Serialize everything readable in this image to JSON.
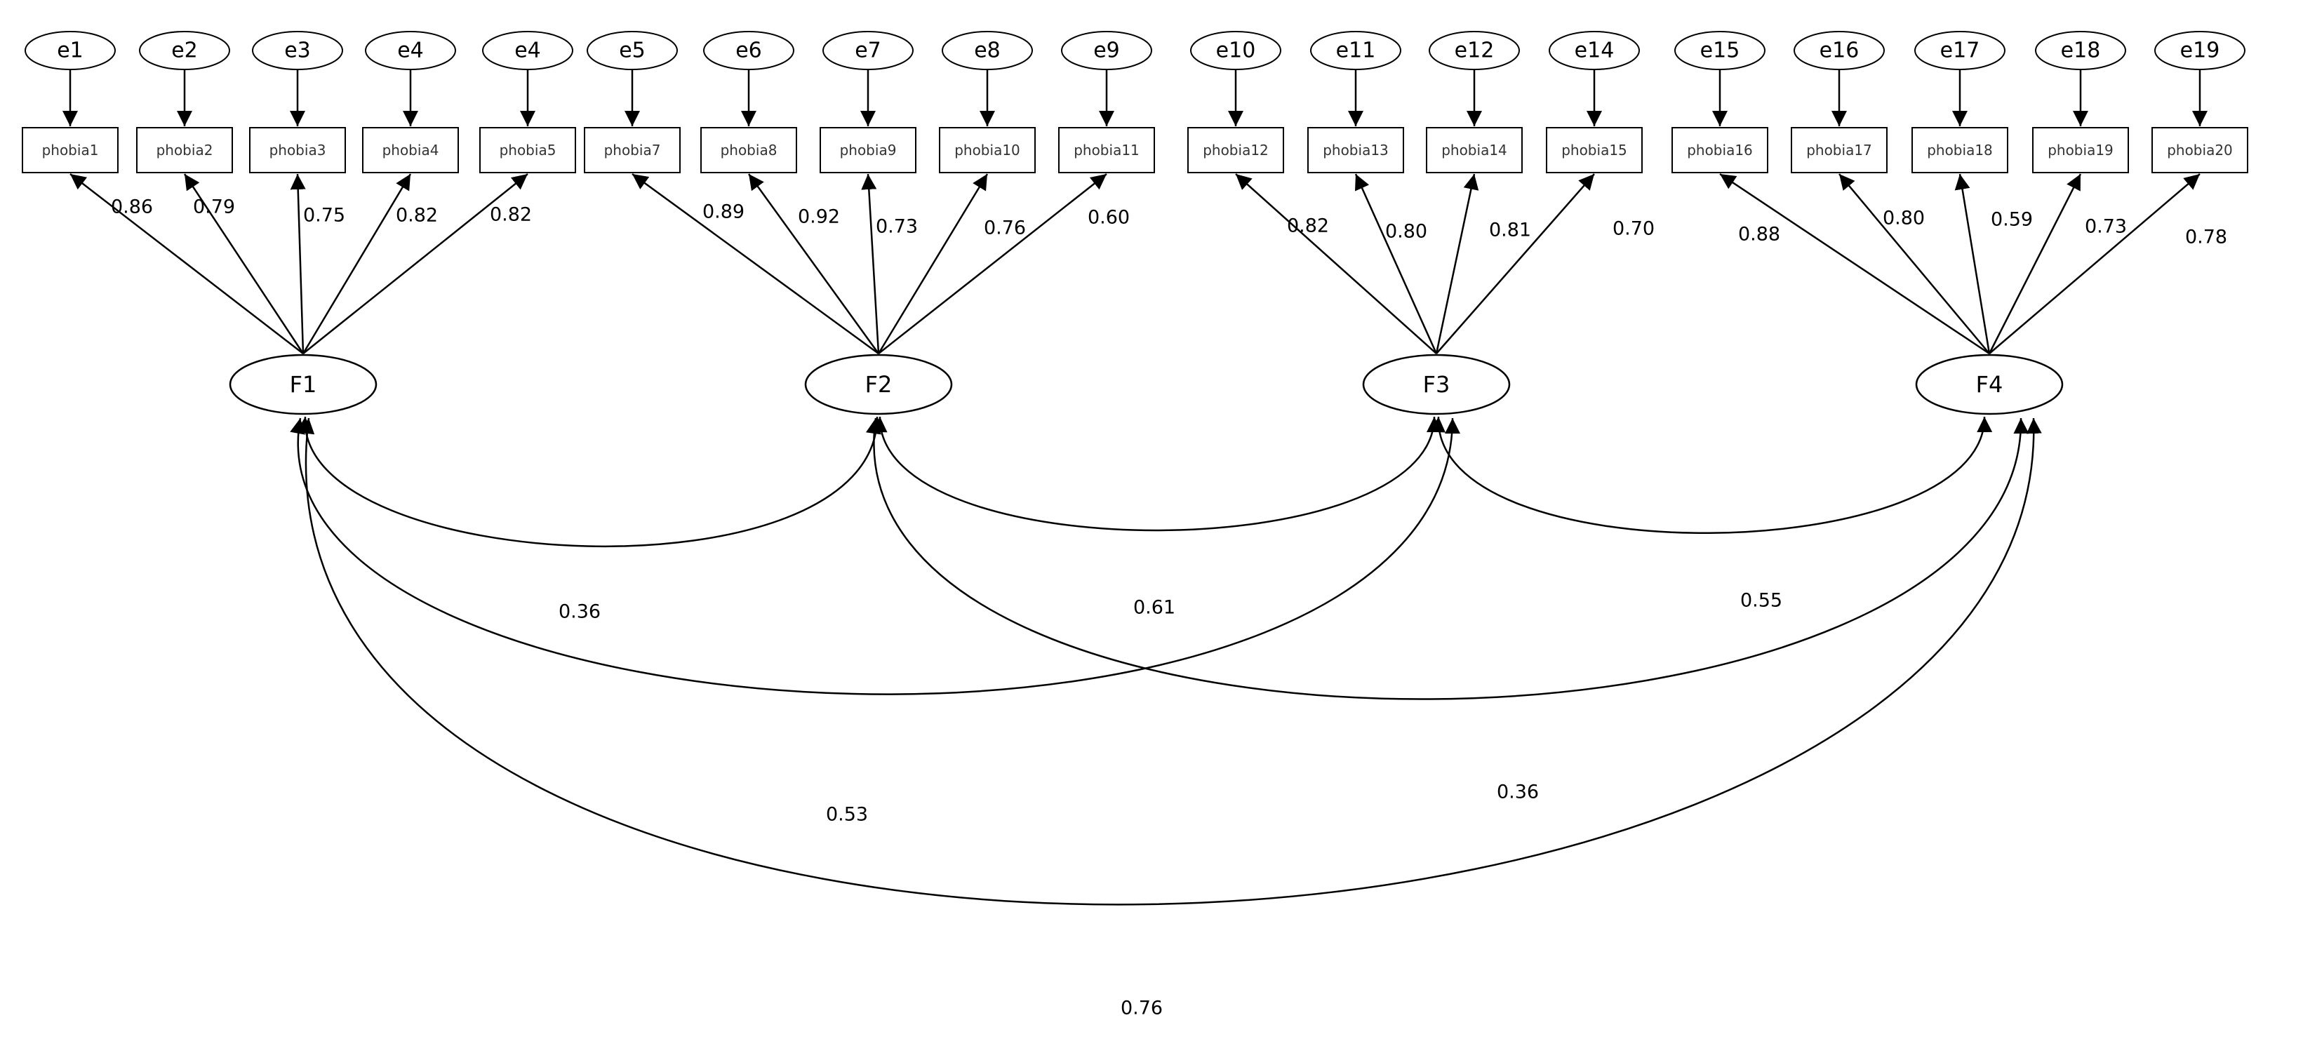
{
  "errors": [
    "e1",
    "e2",
    "e3",
    "e4",
    "e4",
    "e5",
    "e6",
    "e7",
    "e8",
    "e9",
    "e10",
    "e11",
    "e12",
    "e14",
    "e15",
    "e16",
    "e17",
    "e18",
    "e19"
  ],
  "indicators": [
    "phobia1",
    "phobia2",
    "phobia3",
    "phobia4",
    "phobia5",
    "phobia7",
    "phobia8",
    "phobia9",
    "phobia10",
    "phobia11",
    "phobia12",
    "phobia13",
    "phobia14",
    "phobia15",
    "phobia16",
    "phobia17",
    "phobia18",
    "phobia19",
    "phobia20"
  ],
  "factors": [
    {
      "name": "F1",
      "indicator_count": 5
    },
    {
      "name": "F2",
      "indicator_count": 5
    },
    {
      "name": "F3",
      "indicator_count": 4
    },
    {
      "name": "F4",
      "indicator_count": 5
    }
  ],
  "loadings": [
    "0.86",
    "0.79",
    "0.75",
    "0.82",
    "0.82",
    "0.89",
    "0.92",
    "0.73",
    "0.76",
    "0.60",
    "0.82",
    "0.80",
    "0.81",
    "0.70",
    "0.88",
    "0.80",
    "0.59",
    "0.73",
    "0.78"
  ],
  "correlations": [
    {
      "from": "F1",
      "to": "F2",
      "value": "0.36"
    },
    {
      "from": "F2",
      "to": "F3",
      "value": "0.61"
    },
    {
      "from": "F3",
      "to": "F4",
      "value": "0.55"
    },
    {
      "from": "F1",
      "to": "F3",
      "value": "0.53"
    },
    {
      "from": "F2",
      "to": "F4",
      "value": "0.36"
    },
    {
      "from": "F1",
      "to": "F4",
      "value": "0.76"
    }
  ],
  "style": {
    "line_color": "#000000",
    "background": "#ffffff"
  }
}
